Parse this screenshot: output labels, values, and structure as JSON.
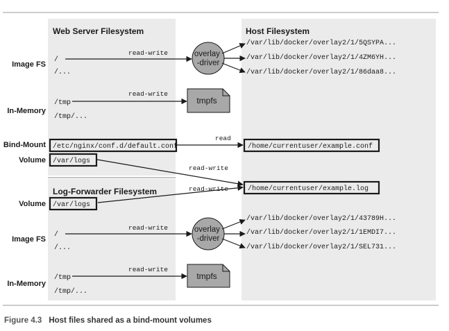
{
  "panels": {
    "web_server": {
      "title": "Web Server Filesystem"
    },
    "log_forwarder": {
      "title": "Log-Forwarder Filesystem"
    },
    "host": {
      "title": "Host Filesystem"
    }
  },
  "row_labels": {
    "image_fs_1": "Image FS",
    "in_memory_1": "In-Memory",
    "bind_mount": "Bind-Mount",
    "volume_1": "Volume",
    "volume_2": "Volume",
    "image_fs_2": "Image FS",
    "in_memory_2": "In-Memory"
  },
  "web_paths": {
    "root": "/",
    "root_more": "/...",
    "tmp": "/tmp",
    "tmp_more": "/tmp/...",
    "nginx_conf": "/etc/nginx/conf.d/default.conf",
    "logs": "/var/logs"
  },
  "log_paths": {
    "logs": "/var/logs",
    "root": "/",
    "root_more": "/...",
    "tmp": "/tmp",
    "tmp_more": "/tmp/..."
  },
  "edge_labels": {
    "rw_image_1": "read-write",
    "rw_tmp_1": "read-write",
    "read_conf": "read",
    "rw_volume_1": "read-write",
    "rw_volume_2": "read-write",
    "rw_image_2": "read-write",
    "rw_tmp_2": "read-write"
  },
  "nodes": {
    "overlay_1": [
      "overlay",
      "-driver"
    ],
    "tmpfs_1": "tmpfs",
    "overlay_2": [
      "overlay",
      "-driver"
    ],
    "tmpfs_2": "tmpfs"
  },
  "host_paths": {
    "overlay_a": "/var/lib/docker/overlay2/1/5QSYPA...",
    "overlay_b": "/var/lib/docker/overlay2/1/4ZM6YH...",
    "overlay_c": "/var/lib/docker/overlay2/1/86daa8...",
    "conf": "/home/currentuser/example.conf",
    "log": "/home/currentuser/example.log",
    "overlay_d": "/var/lib/docker/overlay2/1/43789H...",
    "overlay_e": "/var/lib/docker/overlay2/1/1EMDI7...",
    "overlay_f": "/var/lib/docker/overlay2/1/SEL731..."
  },
  "caption": {
    "figure": "Figure 4.3",
    "text": "Host files shared as a bind-mount volumes"
  },
  "colors": {
    "panel_bg": "#ebebeb",
    "node_fill": "#a8a8a8",
    "line": "#1a1a1a"
  }
}
